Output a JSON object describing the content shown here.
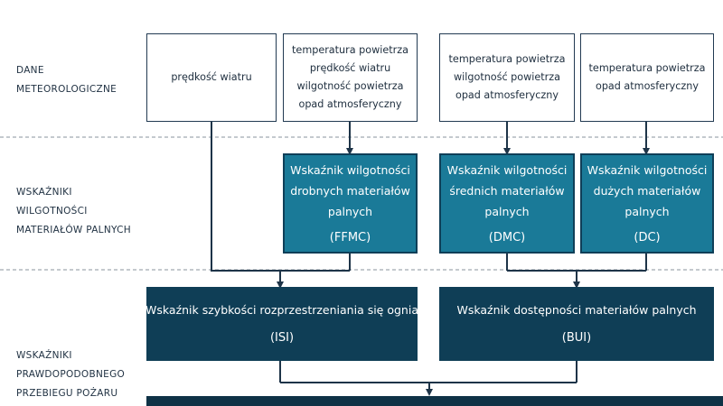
{
  "rows": {
    "meteo": [
      "DANE",
      "METEOROLOGICZNE"
    ],
    "moisture": [
      "WSKAŹNIKI",
      "WILGOTNOŚCI",
      "MATERIAŁÓW PALNYCH"
    ],
    "behavior": [
      "WSKAŹNIKI",
      "PRAWDOPODOBNEGO",
      "PRZEBIEGU POŻARU"
    ]
  },
  "meteo_boxes": {
    "wind": [
      "prędkość wiatru"
    ],
    "ffmc_inputs": [
      "temperatura powietrza",
      "prędkość wiatru",
      "wilgotność powietrza",
      "opad atmosferyczny"
    ],
    "dmc_inputs": [
      "temperatura powietrza",
      "wilgotność powietrza",
      "opad atmosferyczny"
    ],
    "dc_inputs": [
      "temperatura powietrza",
      "opad atmosferyczny"
    ]
  },
  "moisture_boxes": {
    "ffmc": {
      "lines": [
        "Wskaźnik wilgotności",
        "drobnych materiałów",
        "palnych"
      ],
      "abbr": "(FFMC)"
    },
    "dmc": {
      "lines": [
        "Wskaźnik wilgotności",
        "średnich materiałów",
        "palnych"
      ],
      "abbr": "(DMC)"
    },
    "dc": {
      "lines": [
        "Wskaźnik wilgotności",
        "dużych materiałów",
        "palnych"
      ],
      "abbr": "(DC)"
    }
  },
  "behavior_boxes": {
    "isi": {
      "lines": [
        "Wskaźnik szybkości rozprzestrzeniania się ognia"
      ],
      "abbr": "(ISI)"
    },
    "bui": {
      "lines": [
        "Wskaźnik dostępności materiałów palnych"
      ],
      "abbr": "(BUI)"
    }
  },
  "colors": {
    "teal": "#1a7a98",
    "navy": "#0f3e56",
    "line": "#1e3448",
    "dashed": "#8a939c"
  }
}
